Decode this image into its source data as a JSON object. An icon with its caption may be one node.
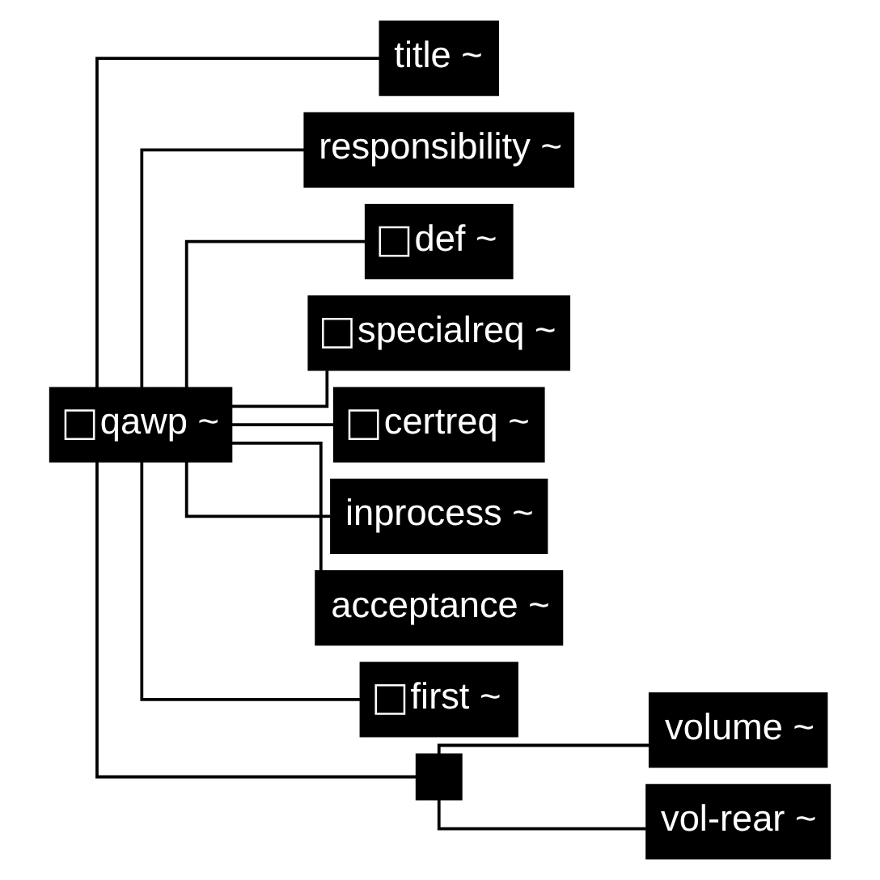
{
  "diagram": {
    "nodes": [
      {
        "text": [
          "qawp ~"
        ]
      },
      {
        "text": [
          "title ~"
        ]
      },
      {
        "text": [
          "responsibility ~"
        ]
      },
      {
        "text": [
          "def ~"
        ]
      },
      {
        "text": [
          "specialreq ~"
        ]
      },
      {
        "text": [
          "certreq ~"
        ]
      },
      {
        "text": [
          "inprocess ~"
        ]
      },
      {
        "text": [
          "acceptance ~"
        ]
      },
      {
        "text": [
          "first ~"
        ]
      },
      {
        "text": [],
        "shape": "box"
      },
      {
        "text": [
          "volume ~"
        ]
      },
      {
        "text": [
          "vol-rear ~"
        ]
      }
    ],
    "edges": [
      {
        "from": 0,
        "to": 1,
        "arrow": "none"
      },
      {
        "from": 0,
        "to": 2,
        "arrow": "none"
      },
      {
        "from": 0,
        "to": 3,
        "arrow": "none"
      },
      {
        "from": 0,
        "to": 4,
        "arrow": "none"
      },
      {
        "from": 0,
        "to": 5,
        "arrow": "none"
      },
      {
        "from": 0,
        "to": 6,
        "arrow": "none"
      },
      {
        "from": 0,
        "to": 7,
        "arrow": "none"
      },
      {
        "from": 0,
        "to": 8,
        "arrow": "none"
      },
      {
        "from": 0,
        "to": 9,
        "arrow": "none"
      },
      {
        "from": 9,
        "to": 10,
        "arrow": "none"
      },
      {
        "from": 9,
        "to": 11,
        "arrow": "none"
      }
    ]
  }
}
